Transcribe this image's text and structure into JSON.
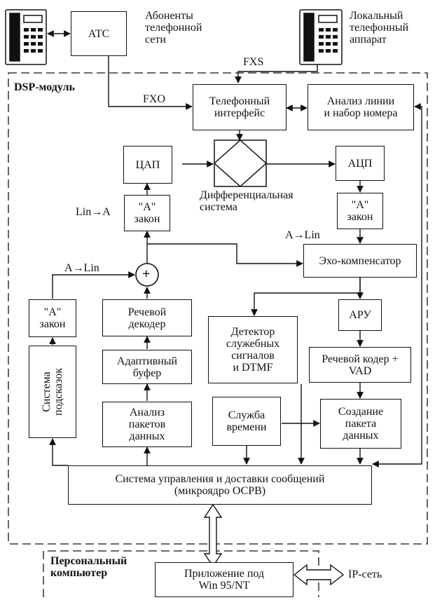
{
  "labels": {
    "subscribers": "Абоненты\nтелефонной\nсети",
    "local_phone": "Локальный\nтелефонный\nаппарат",
    "fxs": "FXS",
    "fxo": "FXO",
    "dsp_module": "DSP-модуль",
    "diff_system": "Дифференциальная\nсистема",
    "lin_to_a": "Lin→A",
    "a_to_lin_right": "A→Lin",
    "a_to_lin_left": "A→Lin",
    "pc": "Персональный\nкомпьютер",
    "ip_net": "IP-сеть",
    "plus": "+"
  },
  "boxes": {
    "ats": "АТС",
    "phone_interface": "Телефонный\nинтерфейс",
    "line_analysis": "Анализ линии\nи набор номера",
    "dac": "ЦАП",
    "adc": "АЦП",
    "a_law_left": "\"А\"\nзакон",
    "a_law_right": "\"А\"\nзакон",
    "a_law_far_left": "\"А\"\nзакон",
    "echo_canceller": "Эхо-компенсатор",
    "agc": "АРУ",
    "speech_decoder": "Речевой\nдекодер",
    "adaptive_buffer": "Адаптивный\nбуфер",
    "hints_system": "Система\nподсказок",
    "detector": "Детектор\nслужебных\nсигналов\nи DTMF",
    "speech_coder": "Речевой кодер +\nVAD",
    "packet_analysis": "Анализ\nпакетов\nданных",
    "time_service": "Служба\nвремени",
    "packet_create": "Создание\nпакета\nданных",
    "control_system": "Система управления и доставки сообщений\n(микроядро ОСРВ)",
    "app": "Приложение под\nWin 95/NT"
  }
}
